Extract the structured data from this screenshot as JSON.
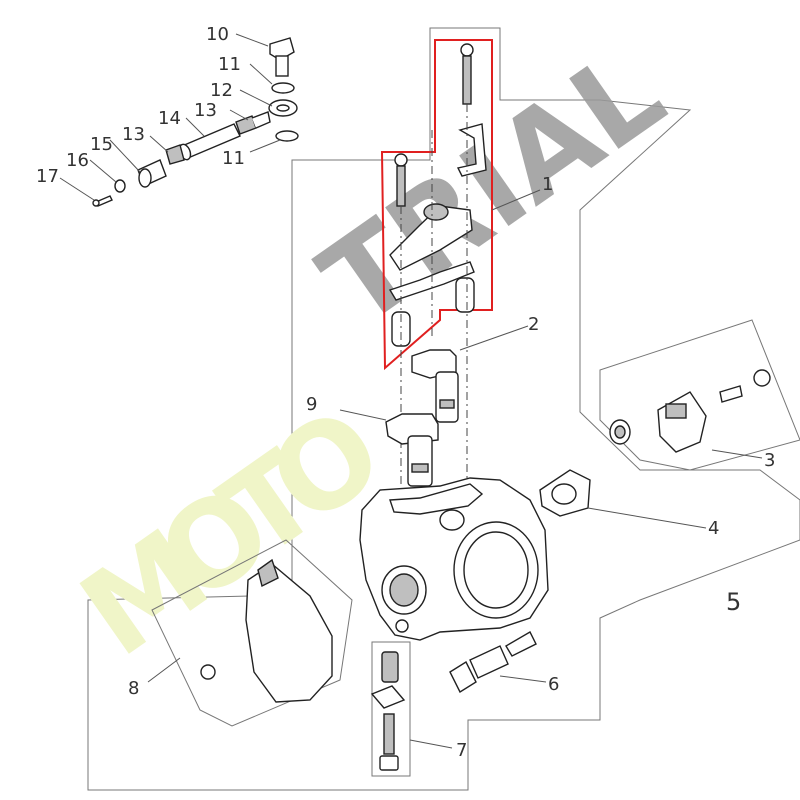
{
  "watermark": {
    "text": "MOTOTRIAL",
    "moto_color": "#f0f5c8",
    "trial_color": "#9a9a9a"
  },
  "highlight_color": "#e02020",
  "callouts": {
    "c1": "1",
    "c2": "2",
    "c3": "3",
    "c4": "4",
    "c5": "5",
    "c6": "6",
    "c7": "7",
    "c8": "8",
    "c9": "9",
    "c10": "10",
    "c11a": "11",
    "c11b": "11",
    "c12": "12",
    "c13a": "13",
    "c13b": "13",
    "c14": "14",
    "c15": "15",
    "c16": "16",
    "c17": "17"
  }
}
